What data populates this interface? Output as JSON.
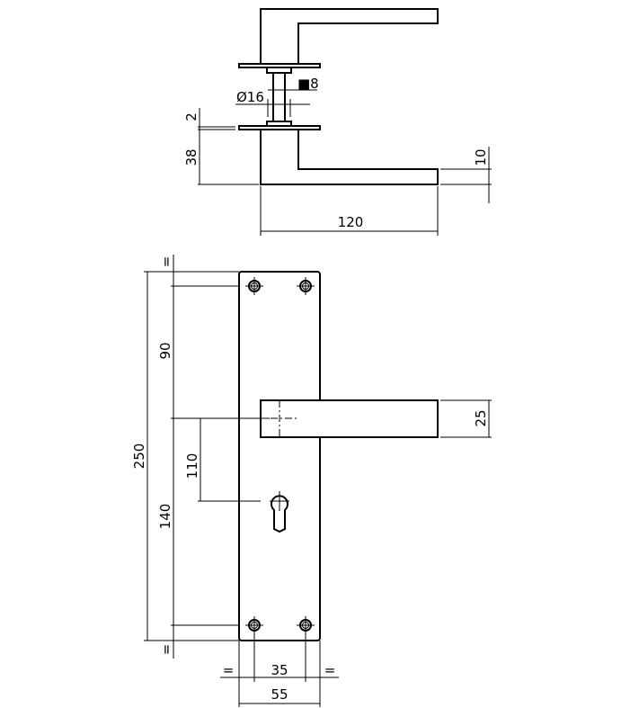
{
  "side_view": {
    "dims": {
      "length": "120",
      "rose_height": "38",
      "rose_thickness": "2",
      "handle_thickness": "10",
      "square_spindle": "■8",
      "diameter": "Ø16"
    }
  },
  "front_view": {
    "dims": {
      "plate_height": "250",
      "top_to_handle": "90",
      "handle_to_key": "110",
      "handle_to_bottom": "140",
      "handle_width": "25",
      "screw_spacing": "35",
      "plate_width": "55",
      "equal": "="
    }
  }
}
